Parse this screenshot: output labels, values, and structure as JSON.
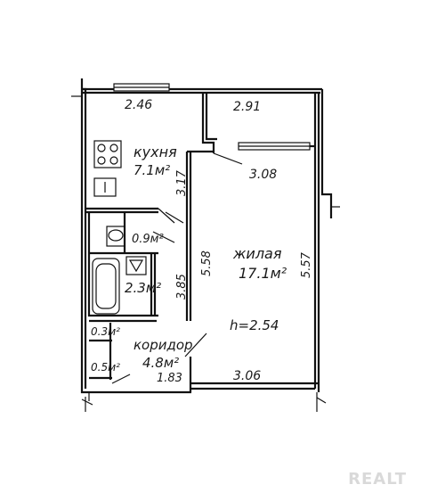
{
  "rooms": {
    "kitchen": {
      "name": "кухня",
      "area": "7.1м²"
    },
    "living": {
      "name": "жилая",
      "area": "17.1м²"
    },
    "bath": {
      "area": "2.3м²"
    },
    "wc": {
      "area": "0.9м²"
    },
    "corridor": {
      "name": "коридор",
      "area": "4.8м²"
    },
    "closet_a": {
      "area": "0.3м²"
    },
    "closet_b": {
      "area": "0.5м²"
    }
  },
  "dimensions": {
    "kitchen_top": "2.46",
    "balcony_top": "2.91",
    "living_window": "3.08",
    "living_bottom": "3.06",
    "kitchen_depth": "3.17",
    "living_depth": "5.58",
    "living_right": "5.57",
    "bath_depth": "3.85",
    "corridor_width": "1.83"
  },
  "ceiling_height": "h=2.54",
  "watermark": "REALT"
}
